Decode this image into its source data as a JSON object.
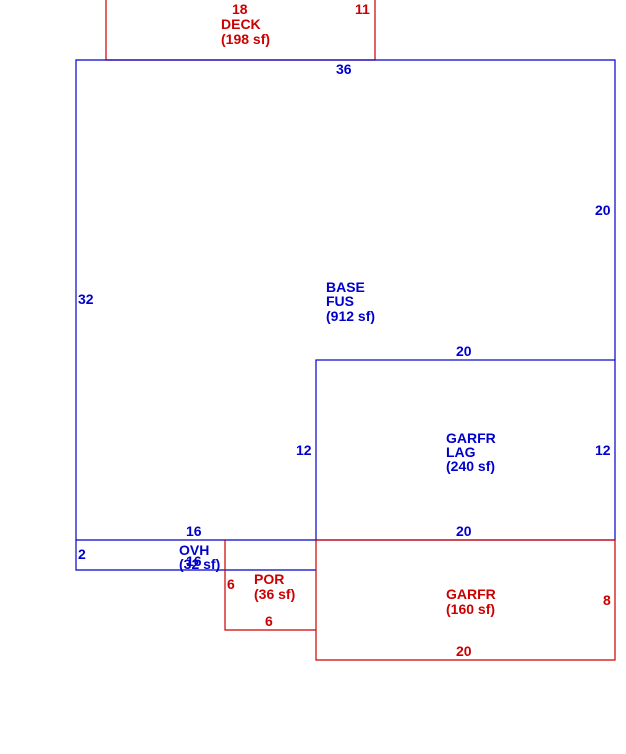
{
  "colors": {
    "blue": "#0000cc",
    "red": "#cc0000"
  },
  "deck": {
    "top_dim": "18",
    "right_dim": "11",
    "code": "DECK",
    "area": "(198 sf)"
  },
  "base": {
    "top_dim": "36",
    "left_dim": "32",
    "right_dim": "20",
    "code": "BASE",
    "sub": "FUS",
    "area": "(912 sf)"
  },
  "garfr_lag": {
    "top_dim": "20",
    "left_dim": "12",
    "right_dim": "12",
    "bottom_dim": "20",
    "code": "GARFR",
    "sub": "LAG",
    "area": "(240 sf)"
  },
  "ovh": {
    "top_dim": "16",
    "left_dim": "2",
    "inner_dim": "16",
    "code": "OVH",
    "area": "(32 sf)"
  },
  "por": {
    "left_dim": "6",
    "bottom_dim": "6",
    "code": "POR",
    "area": "(36 sf)"
  },
  "garfr": {
    "right_dim": "8",
    "bottom_dim": "20",
    "code": "GARFR",
    "area": "(160 sf)"
  }
}
